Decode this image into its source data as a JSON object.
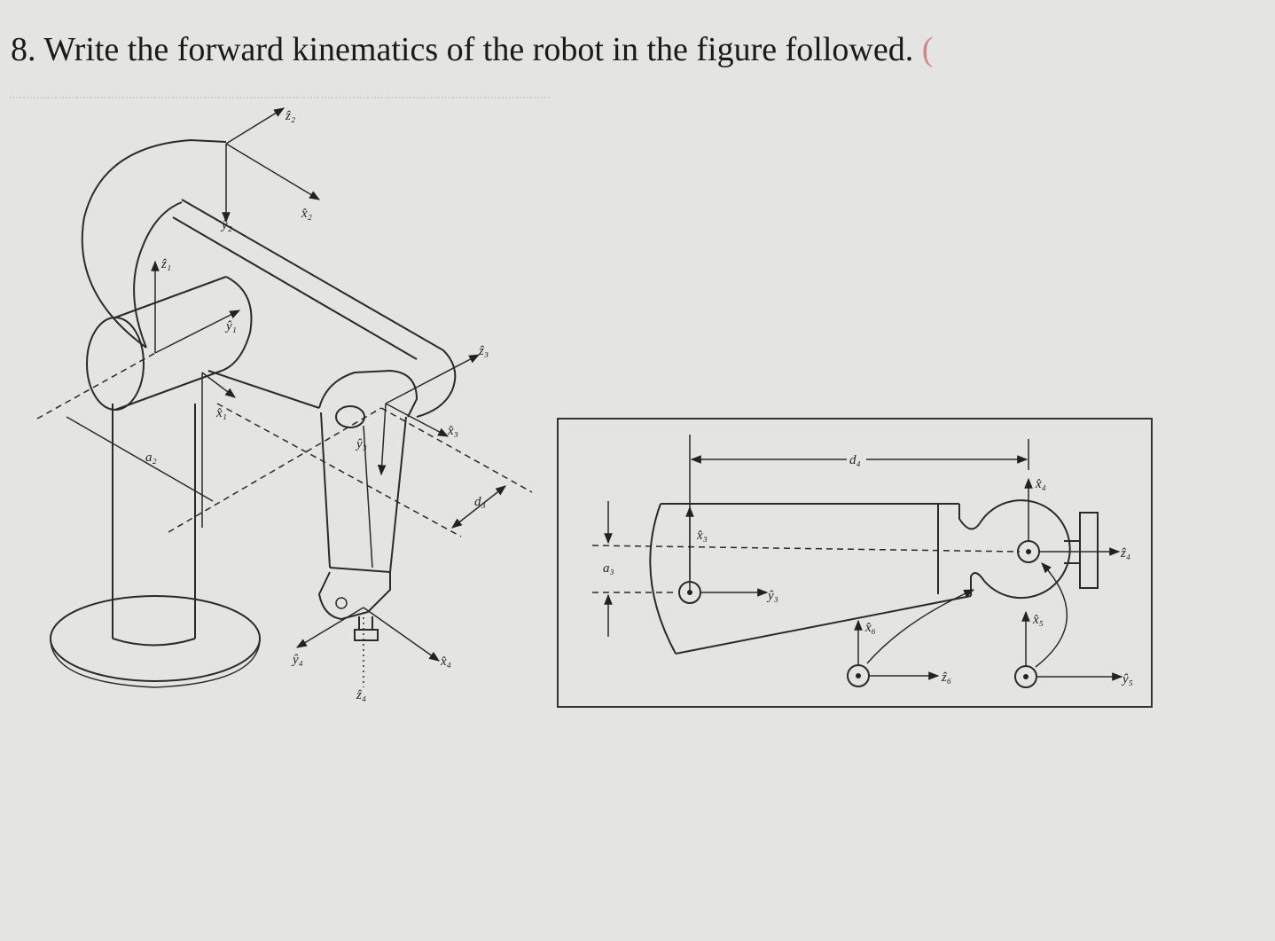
{
  "question": {
    "text": "8. Write the forward kinematics of the robot in the figure followed.",
    "trail": "("
  },
  "figure_left": {
    "labels": {
      "z2": "ẑ₂",
      "x2": "x̂₂",
      "y2_top": "ŷ₂",
      "z1": "ẑ₁",
      "y1": "ŷ₁",
      "x1": "x̂₁",
      "a2": "a₂",
      "z3": "ẑ₃",
      "x3": "x̂₃",
      "y3": "ŷ₃",
      "d3": "d₃",
      "y4": "ŷ₄",
      "x4": "x̂₄",
      "z4": "ẑ₄"
    }
  },
  "figure_right": {
    "labels": {
      "d4": "d₄",
      "a3": "a₃",
      "x3": "x̂₃",
      "y3": "ŷ₃",
      "x4": "x̂₄",
      "z4": "ẑ₄",
      "x6": "x̂₆",
      "z6": "ẑ₆",
      "x5": "x̂₅",
      "y5": "ŷ₅"
    }
  }
}
